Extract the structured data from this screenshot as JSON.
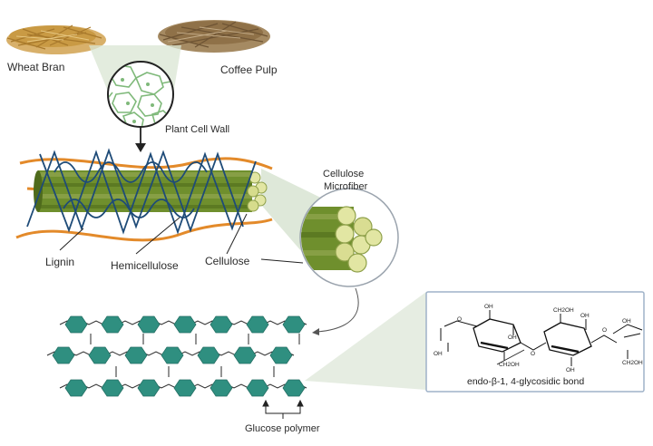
{
  "labels": {
    "wheat_bran": "Wheat Bran",
    "coffee_pulp": "Coffee Pulp",
    "plant_cell_wall": "Plant Cell Wall",
    "cellulose_microfiber_line1": "Cellulose",
    "cellulose_microfiber_line2": "Microfiber",
    "lignin": "Lignin",
    "hemicellulose": "Hemicellulose",
    "cellulose": "Cellulose",
    "glucose_polymer": "Glucose polymer",
    "bond": "endo-β-1, 4-glycosidic bond"
  },
  "chem_labels": {
    "oh": "OH",
    "ch2oh": "CH2OH",
    "o": "O"
  },
  "colors": {
    "straw": "#c99a44",
    "coffee": "#8f7148",
    "fiber_green": "#6f8f2d",
    "fiber_light": "#dfe38f",
    "lignin_orange": "#e38a2a",
    "hemi_blue": "#1e4b78",
    "glucose_teal": "#2f8f80",
    "cell_green": "#8fc28a",
    "zoom_fill": "#dde6d8",
    "box_border": "#9fb2c8"
  }
}
